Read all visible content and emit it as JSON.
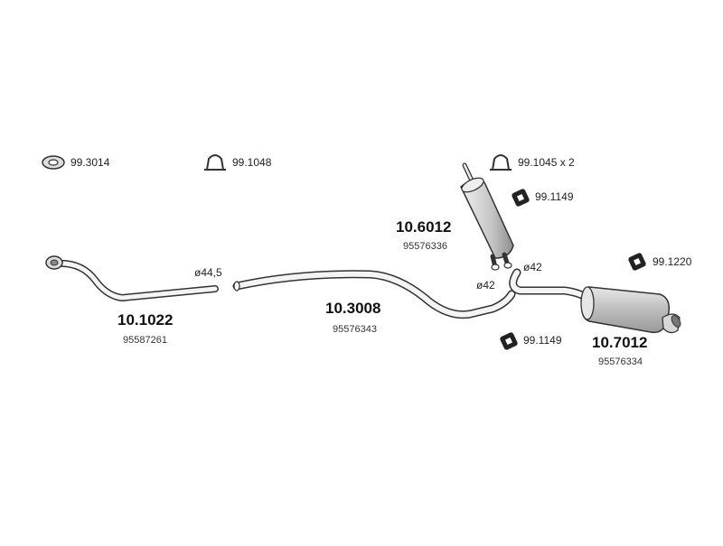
{
  "hardware": [
    {
      "id": "99.3014",
      "icon": "flange-gasket-icon"
    },
    {
      "id": "99.1048",
      "icon": "clamp-icon"
    },
    {
      "id": "99.1045 x 2",
      "icon": "clamp-icon"
    },
    {
      "id": "99.1149",
      "icon": "rubber-hanger-icon"
    },
    {
      "id": "99.1149",
      "icon": "rubber-hanger-icon"
    },
    {
      "id": "99.1220",
      "icon": "rubber-hanger-icon"
    }
  ],
  "parts": [
    {
      "number": "10.1022",
      "oem": "95587261",
      "kind": "front-pipe"
    },
    {
      "number": "10.3008",
      "oem": "95576343",
      "kind": "intermediate-pipe"
    },
    {
      "number": "10.6012",
      "oem": "95576336",
      "kind": "middle-silencer"
    },
    {
      "number": "10.7012",
      "oem": "95576334",
      "kind": "rear-silencer"
    }
  ],
  "diameters": [
    "ø44,5",
    "ø42",
    "ø42"
  ],
  "colors": {
    "line": "#333333",
    "fill": "#f2f2f2",
    "shade": "#b8b8b8"
  }
}
